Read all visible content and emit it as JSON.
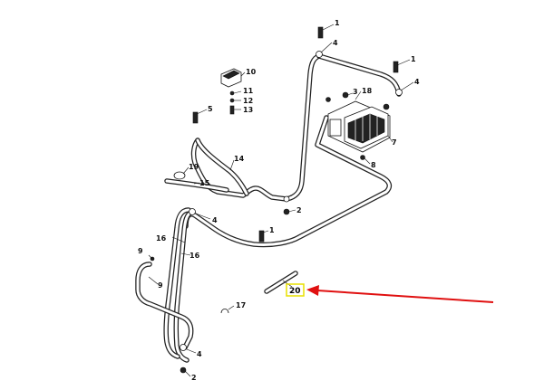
{
  "diagram": {
    "callouts": [
      {
        "id": "c1a",
        "text": "1"
      },
      {
        "id": "c4a",
        "text": "4"
      },
      {
        "id": "c1b",
        "text": "1"
      },
      {
        "id": "c4b",
        "text": "4"
      },
      {
        "id": "c10",
        "text": "10"
      },
      {
        "id": "c11",
        "text": "11"
      },
      {
        "id": "c12",
        "text": "12"
      },
      {
        "id": "c13",
        "text": "13"
      },
      {
        "id": "c3",
        "text": "3"
      },
      {
        "id": "c18",
        "text": "18"
      },
      {
        "id": "c5",
        "text": "5"
      },
      {
        "id": "c7",
        "text": "7"
      },
      {
        "id": "c8",
        "text": "8"
      },
      {
        "id": "c14",
        "text": "14"
      },
      {
        "id": "c19",
        "text": "19"
      },
      {
        "id": "c15",
        "text": "15"
      },
      {
        "id": "c2a",
        "text": "2"
      },
      {
        "id": "c4c",
        "text": "4"
      },
      {
        "id": "c1c",
        "text": "1"
      },
      {
        "id": "c16a",
        "text": "16"
      },
      {
        "id": "c16b",
        "text": "16"
      },
      {
        "id": "c9a",
        "text": "9"
      },
      {
        "id": "c9b",
        "text": "9"
      },
      {
        "id": "c17",
        "text": "17"
      },
      {
        "id": "c4d",
        "text": "4"
      },
      {
        "id": "c2b",
        "text": "2"
      }
    ],
    "highlighted_callout": "20",
    "colors": {
      "line": "#222222",
      "highlight_box": "#e8e000",
      "arrow": "#e01010"
    }
  }
}
